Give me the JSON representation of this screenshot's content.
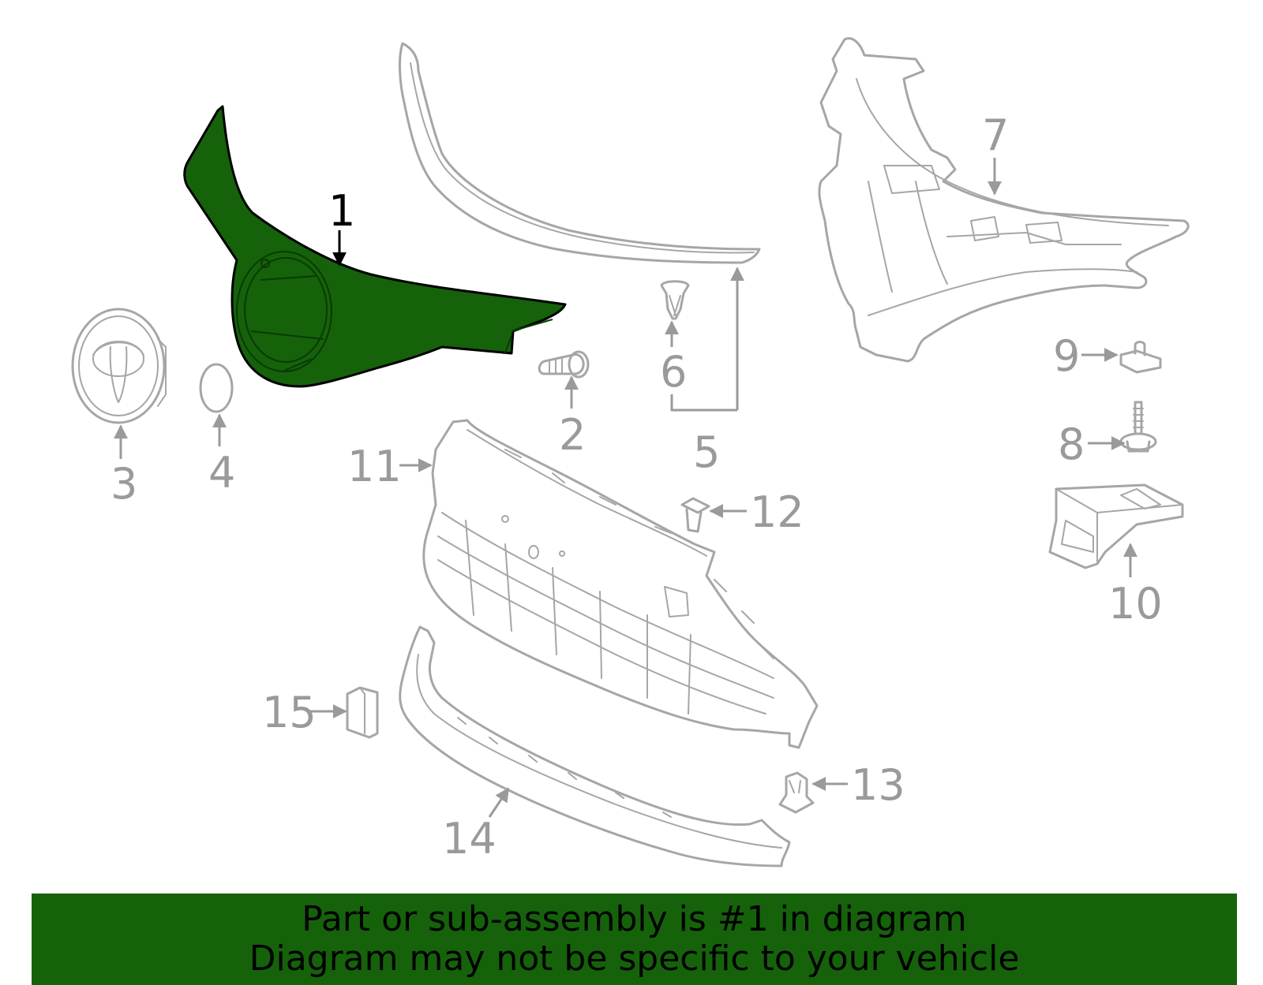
{
  "diagram": {
    "highlight_color": "#15620b",
    "outline_color": "#a6a6a6",
    "highlighted_part": "1",
    "callouts": [
      "1",
      "2",
      "3",
      "4",
      "5",
      "6",
      "7",
      "8",
      "9",
      "10",
      "11",
      "12",
      "13",
      "14",
      "15"
    ]
  },
  "banner": {
    "line1": "Part or sub-assembly is #1 in diagram",
    "line2": "Diagram may not be specific to your vehicle",
    "background_color": "#15620b"
  }
}
